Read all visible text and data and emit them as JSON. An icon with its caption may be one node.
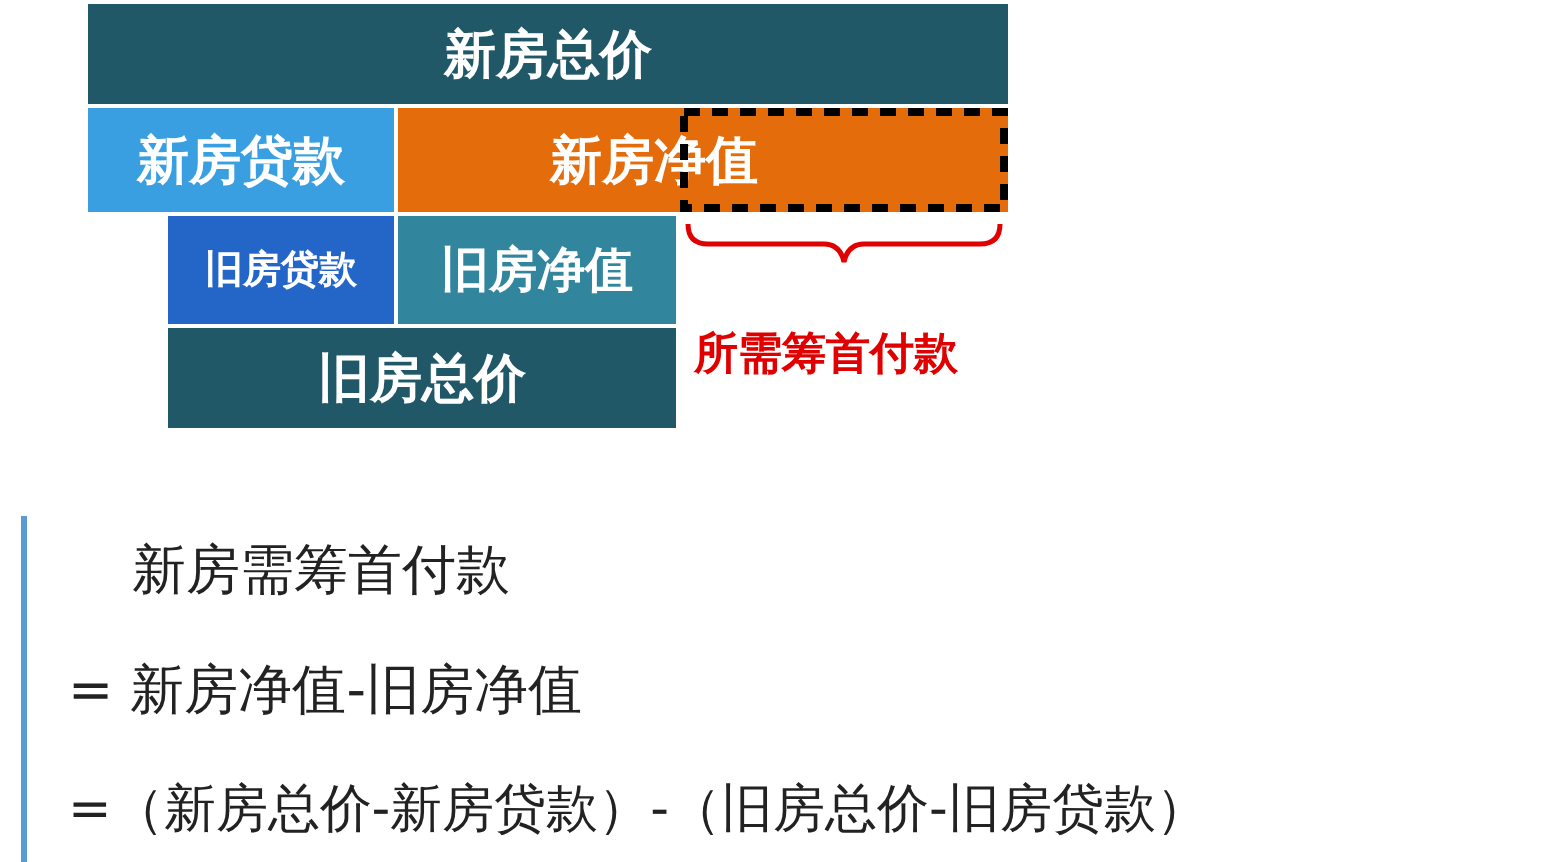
{
  "diagram": {
    "nodes": [
      {
        "text": [
          "新房总价"
        ]
      },
      {
        "text": [
          "新房贷款"
        ]
      },
      {
        "text": [
          "新房净值"
        ]
      },
      {
        "text": [
          "旧房贷款"
        ]
      },
      {
        "text": [
          "旧房净值"
        ]
      },
      {
        "text": [
          "旧房总价"
        ]
      }
    ],
    "labels": [
      "所需筹首付款",
      "新房需筹首付款",
      "= 新房净值-旧房净值",
      "=（新房总价-新房贷款）-（旧房总价-旧房贷款）"
    ]
  }
}
